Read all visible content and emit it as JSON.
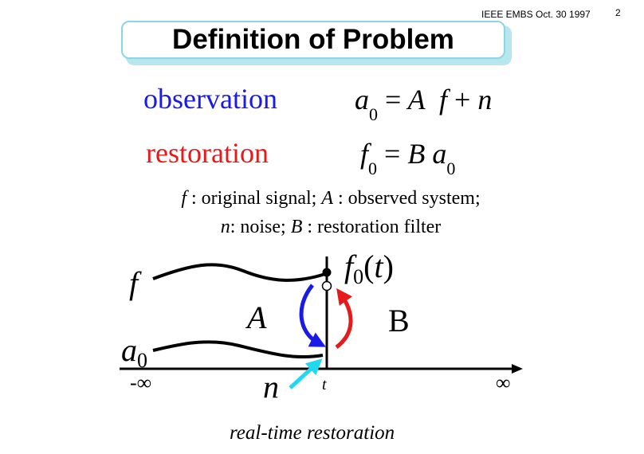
{
  "header": {
    "note": "IEEE EMBS Oct. 30 1997",
    "page_number": "2"
  },
  "title": "Definition of Problem",
  "terms": {
    "observation": "observation",
    "restoration": "restoration"
  },
  "equations": {
    "observation": {
      "lhs": "a",
      "lhs_sub": "0",
      "eq": "=",
      "op1": "A",
      "var": "f",
      "plus": "+",
      "noise": "n"
    },
    "restoration": {
      "lhs": "f",
      "lhs_sub": "0",
      "eq": "=",
      "op": "B",
      "var": "a",
      "var_sub": "0"
    }
  },
  "legend": {
    "f_sym": "f",
    "f_desc": ": original signal;",
    "A_sym": "A",
    "A_desc": ": observed system;",
    "n_sym": "n",
    "n_desc": ": noise;",
    "B_sym": "B",
    "B_desc": ": restoration filter"
  },
  "diagram": {
    "f_label": "f",
    "a0_label": "a",
    "a0_sub": "0",
    "A_label": "A",
    "B_label": "B",
    "n_label": "n",
    "f0t_label": "f",
    "f0t_sub": "0",
    "f0t_paren_open": "(",
    "f0t_var": "t",
    "f0t_paren_close": ")",
    "t_label": "t",
    "minus_inf": "-∞",
    "plus_inf": "∞",
    "colors": {
      "A_arrow": "#1a1ae6",
      "B_arrow": "#e61a1a",
      "n_arrow": "#22d8ee"
    }
  },
  "caption": "real-time restoration"
}
